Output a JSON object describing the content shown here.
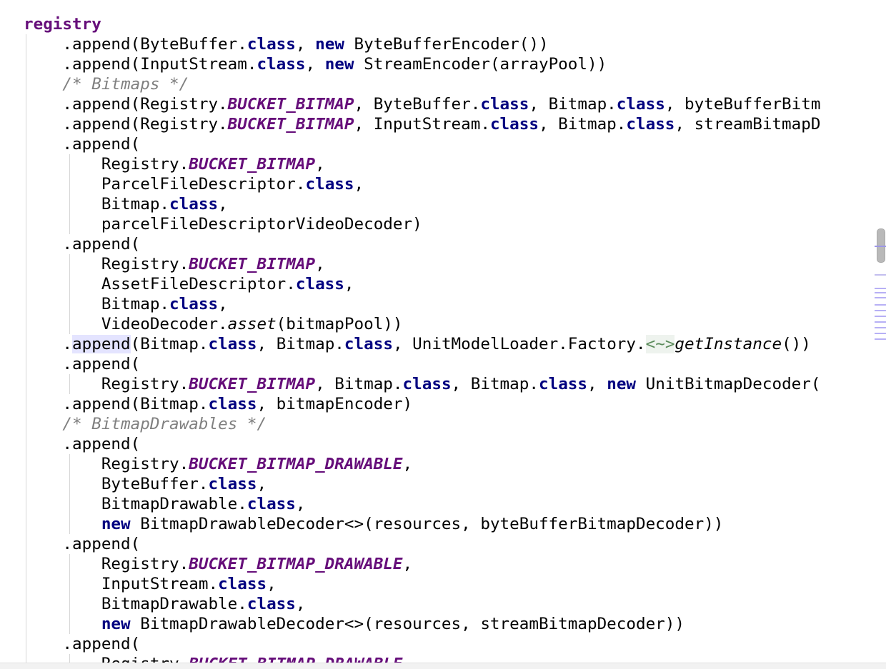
{
  "editor": {
    "colors": {
      "keyword": "#000080",
      "constant": "#660e7a",
      "comment": "#808080",
      "hint": "#5a8a5a",
      "usage_highlight": "#e4e4ff",
      "indent_guide": "#d6d6d6",
      "stripe_marker": "#b7b0f5"
    },
    "lines": [
      [
        {
          "t": "registry",
          "k": "varhl"
        }
      ],
      [
        {
          "t": "    .append(ByteBuffer."
        },
        {
          "t": "class",
          "k": "kw"
        },
        {
          "t": ", "
        },
        {
          "t": "new",
          "k": "kw"
        },
        {
          "t": " ByteBufferEncoder())"
        }
      ],
      [
        {
          "t": "    .append(InputStream."
        },
        {
          "t": "class",
          "k": "kw"
        },
        {
          "t": ", "
        },
        {
          "t": "new",
          "k": "kw"
        },
        {
          "t": " StreamEncoder(arrayPool))"
        }
      ],
      [
        {
          "t": "    "
        },
        {
          "t": "/* Bitmaps */",
          "k": "comment"
        }
      ],
      [
        {
          "t": "    .append(Registry."
        },
        {
          "t": "BUCKET_BITMAP",
          "k": "const"
        },
        {
          "t": ", ByteBuffer."
        },
        {
          "t": "class",
          "k": "kw"
        },
        {
          "t": ", Bitmap."
        },
        {
          "t": "class",
          "k": "kw"
        },
        {
          "t": ", byteBufferBitm"
        }
      ],
      [
        {
          "t": "    .append(Registry."
        },
        {
          "t": "BUCKET_BITMAP",
          "k": "const"
        },
        {
          "t": ", InputStream."
        },
        {
          "t": "class",
          "k": "kw"
        },
        {
          "t": ", Bitmap."
        },
        {
          "t": "class",
          "k": "kw"
        },
        {
          "t": ", streamBitmapD"
        }
      ],
      [
        {
          "t": "    .append("
        }
      ],
      [
        {
          "t": "        Registry."
        },
        {
          "t": "BUCKET_BITMAP",
          "k": "const"
        },
        {
          "t": ","
        }
      ],
      [
        {
          "t": "        ParcelFileDescriptor."
        },
        {
          "t": "class",
          "k": "kw"
        },
        {
          "t": ","
        }
      ],
      [
        {
          "t": "        Bitmap."
        },
        {
          "t": "class",
          "k": "kw"
        },
        {
          "t": ","
        }
      ],
      [
        {
          "t": "        parcelFileDescriptorVideoDecoder)"
        }
      ],
      [
        {
          "t": "    .append("
        }
      ],
      [
        {
          "t": "        Registry."
        },
        {
          "t": "BUCKET_BITMAP",
          "k": "const"
        },
        {
          "t": ","
        }
      ],
      [
        {
          "t": "        AssetFileDescriptor."
        },
        {
          "t": "class",
          "k": "kw"
        },
        {
          "t": ","
        }
      ],
      [
        {
          "t": "        Bitmap."
        },
        {
          "t": "class",
          "k": "kw"
        },
        {
          "t": ","
        }
      ],
      [
        {
          "t": "        VideoDecoder."
        },
        {
          "t": "asset",
          "k": "static"
        },
        {
          "t": "(bitmapPool))"
        }
      ],
      [
        {
          "t": "    ."
        },
        {
          "t": "append",
          "k": "hl"
        },
        {
          "t": "(Bitmap."
        },
        {
          "t": "class",
          "k": "kw"
        },
        {
          "t": ", Bitmap."
        },
        {
          "t": "class",
          "k": "kw"
        },
        {
          "t": ", UnitModelLoader.Factory."
        },
        {
          "t": "<~>",
          "k": "hint"
        },
        {
          "t": "getInstance",
          "k": "static"
        },
        {
          "t": "())"
        }
      ],
      [
        {
          "t": "    .append("
        }
      ],
      [
        {
          "t": "        Registry."
        },
        {
          "t": "BUCKET_BITMAP",
          "k": "const"
        },
        {
          "t": ", Bitmap."
        },
        {
          "t": "class",
          "k": "kw"
        },
        {
          "t": ", Bitmap."
        },
        {
          "t": "class",
          "k": "kw"
        },
        {
          "t": ", "
        },
        {
          "t": "new",
          "k": "kw"
        },
        {
          "t": " UnitBitmapDecoder("
        }
      ],
      [
        {
          "t": "    .append(Bitmap."
        },
        {
          "t": "class",
          "k": "kw"
        },
        {
          "t": ", bitmapEncoder)"
        }
      ],
      [
        {
          "t": "    "
        },
        {
          "t": "/* BitmapDrawables */",
          "k": "comment"
        }
      ],
      [
        {
          "t": "    .append("
        }
      ],
      [
        {
          "t": "        Registry."
        },
        {
          "t": "BUCKET_BITMAP_DRAWABLE",
          "k": "const"
        },
        {
          "t": ","
        }
      ],
      [
        {
          "t": "        ByteBuffer."
        },
        {
          "t": "class",
          "k": "kw"
        },
        {
          "t": ","
        }
      ],
      [
        {
          "t": "        BitmapDrawable."
        },
        {
          "t": "class",
          "k": "kw"
        },
        {
          "t": ","
        }
      ],
      [
        {
          "t": "        "
        },
        {
          "t": "new",
          "k": "kw"
        },
        {
          "t": " BitmapDrawableDecoder<>(resources, byteBufferBitmapDecoder))"
        }
      ],
      [
        {
          "t": "    .append("
        }
      ],
      [
        {
          "t": "        Registry."
        },
        {
          "t": "BUCKET_BITMAP_DRAWABLE",
          "k": "const"
        },
        {
          "t": ","
        }
      ],
      [
        {
          "t": "        InputStream."
        },
        {
          "t": "class",
          "k": "kw"
        },
        {
          "t": ","
        }
      ],
      [
        {
          "t": "        BitmapDrawable."
        },
        {
          "t": "class",
          "k": "kw"
        },
        {
          "t": ","
        }
      ],
      [
        {
          "t": "        "
        },
        {
          "t": "new",
          "k": "kw"
        },
        {
          "t": " BitmapDrawableDecoder<>(resources, streamBitmapDecoder))"
        }
      ],
      [
        {
          "t": "    .append("
        }
      ],
      [
        {
          "t": "        Registry."
        },
        {
          "t": "BUCKET_BITMAP_DRAWABLE",
          "k": "const"
        },
        {
          "t": ","
        }
      ]
    ]
  }
}
